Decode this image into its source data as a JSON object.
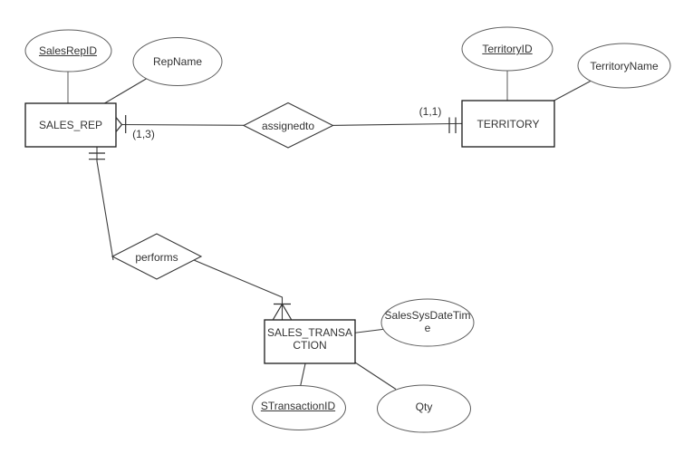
{
  "diagram": {
    "type": "entity-relationship-diagram",
    "colors": {
      "background": "#ffffff",
      "shape_border": "#1a1a1a",
      "connector": "#3d3d3d",
      "key_attribute_connector": "#979797",
      "text": "#333333"
    },
    "entities": {
      "sales_rep": {
        "label": "SALES_REP"
      },
      "territory": {
        "label": "TERRITORY"
      },
      "sales_transaction": {
        "label": "SALES_TRANSACTION"
      }
    },
    "attributes": {
      "sales_rep_id": {
        "label": "SalesRepID",
        "primary_key": true,
        "entity": "SALES_REP"
      },
      "rep_name": {
        "label": "RepName",
        "primary_key": false,
        "entity": "SALES_REP"
      },
      "territory_id": {
        "label": "TerritoryID",
        "primary_key": true,
        "entity": "TERRITORY"
      },
      "territory_name": {
        "label": "TerritoryName",
        "primary_key": false,
        "entity": "TERRITORY"
      },
      "sales_sys_date_time": {
        "label": "SalesSysDateTime",
        "primary_key": false,
        "entity": "SALES_TRANSACTION"
      },
      "qty": {
        "label": "Qty",
        "primary_key": false,
        "entity": "SALES_TRANSACTION"
      },
      "s_transaction_id": {
        "label": "STransactionID",
        "primary_key": true,
        "entity": "SALES_TRANSACTION"
      }
    },
    "relationships": {
      "assignedto": {
        "label": "assignedto",
        "between": [
          "SALES_REP",
          "TERRITORY"
        ],
        "cardinality_near_sales_rep": "(1,3)",
        "cardinality_near_territory": "(1,1)"
      },
      "performs": {
        "label": "performs",
        "between": [
          "SALES_REP",
          "SALES_TRANSACTION"
        ]
      }
    }
  }
}
